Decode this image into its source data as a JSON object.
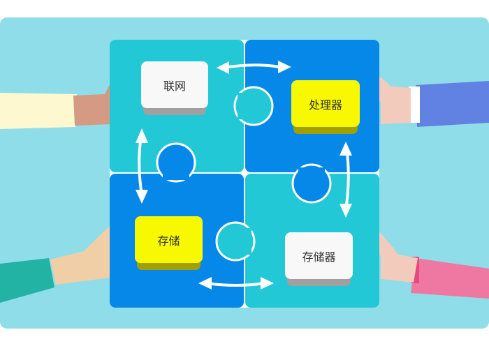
{
  "tiles": {
    "network": "联网",
    "processor": "处理器",
    "storage": "存储",
    "memory": "存储器"
  },
  "colors": {
    "background": "#8fdde8",
    "cyan_piece": "#22c8d6",
    "blue_piece": "#0588e8",
    "yellow_tile": "#f8f800",
    "white_tile": "#f8f8f8"
  }
}
